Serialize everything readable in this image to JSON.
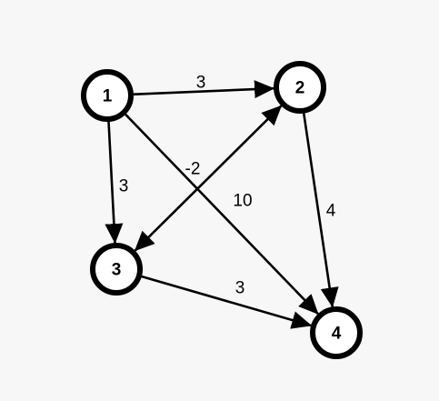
{
  "colors": {
    "background": "#f7f7f7",
    "node_fill": "#ffffff",
    "stroke": "#000000"
  },
  "nodes": [
    {
      "id": "1",
      "label": "1"
    },
    {
      "id": "2",
      "label": "2"
    },
    {
      "id": "3",
      "label": "3"
    },
    {
      "id": "4",
      "label": "4"
    }
  ],
  "edges": [
    {
      "from": "1",
      "to": "2",
      "weight": "3",
      "bidirectional": false
    },
    {
      "from": "1",
      "to": "3",
      "weight": "3",
      "bidirectional": false
    },
    {
      "from": "1",
      "to": "4",
      "weight": "10",
      "bidirectional": false
    },
    {
      "from": "2",
      "to": "3",
      "weight": "-2",
      "bidirectional": true
    },
    {
      "from": "2",
      "to": "4",
      "weight": "4",
      "bidirectional": false
    },
    {
      "from": "3",
      "to": "4",
      "weight": "3",
      "bidirectional": false
    }
  ]
}
